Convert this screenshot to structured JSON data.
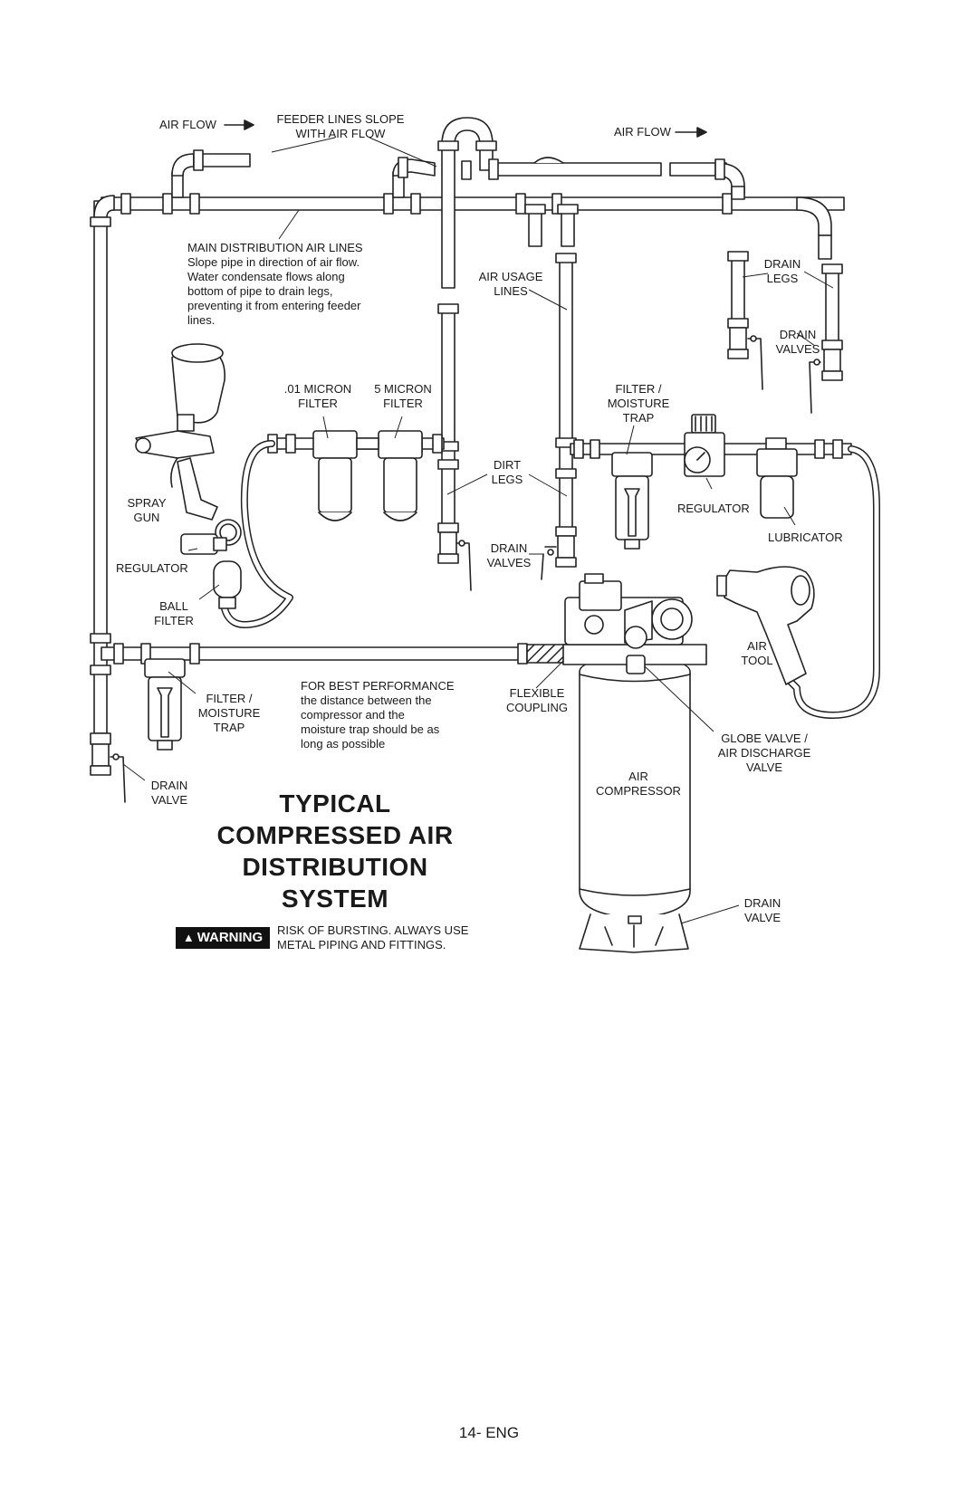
{
  "diagram": {
    "labels": {
      "air_flow_left": "AIR FLOW",
      "feeder_lines": "FEEDER LINES SLOPE\nWITH AIR FLOW",
      "air_flow_right": "AIR FLOW",
      "main_distribution": "MAIN DISTRIBUTION AIR LINES\nSlope pipe in direction of air flow.\nWater condensate flows along\nbottom of pipe to drain legs,\npreventing it from entering feeder\nlines.",
      "air_usage_lines": "AIR USAGE\nLINES",
      "drain_legs": "DRAIN\nLEGS",
      "drain_valves_upper_right": "DRAIN\nVALVES",
      "micron_01_filter": ".01 MICRON\nFILTER",
      "micron_5_filter": "5 MICRON\nFILTER",
      "filter_moisture_trap_right": "FILTER /\nMOISTURE\nTRAP",
      "dirt_legs": "DIRT\nLEGS",
      "spray_gun": "SPRAY\nGUN",
      "regulator_right": "REGULATOR",
      "lubricator": "LUBRICATOR",
      "drain_valves_center": "DRAIN\nVALVES",
      "regulator_left": "REGULATOR",
      "ball_filter": "BALL\nFILTER",
      "air_tool": "AIR\nTOOL",
      "filter_moisture_trap_left": "FILTER /\nMOISTURE\nTRAP",
      "best_performance": "FOR BEST PERFORMANCE\nthe distance between the\ncompressor and the\nmoisture trap should be as\nlong as possible",
      "flexible_coupling": "FLEXIBLE\nCOUPLING",
      "globe_valve": "GLOBE VALVE /\nAIR DISCHARGE\nVALVE",
      "drain_valve_left": "DRAIN\nVALVE",
      "air_compressor": "AIR\nCOMPRESSOR",
      "drain_valve_tank": "DRAIN\nVALVE"
    },
    "title_lines": [
      "TYPICAL",
      "COMPRESSED AIR",
      "DISTRIBUTION",
      "SYSTEM"
    ],
    "warning": {
      "badge": "WARNING",
      "text": "RISK OF BURSTING. ALWAYS USE\nMETAL PIPING AND FITTINGS."
    }
  },
  "footer": {
    "page_number": "14- ENG"
  }
}
